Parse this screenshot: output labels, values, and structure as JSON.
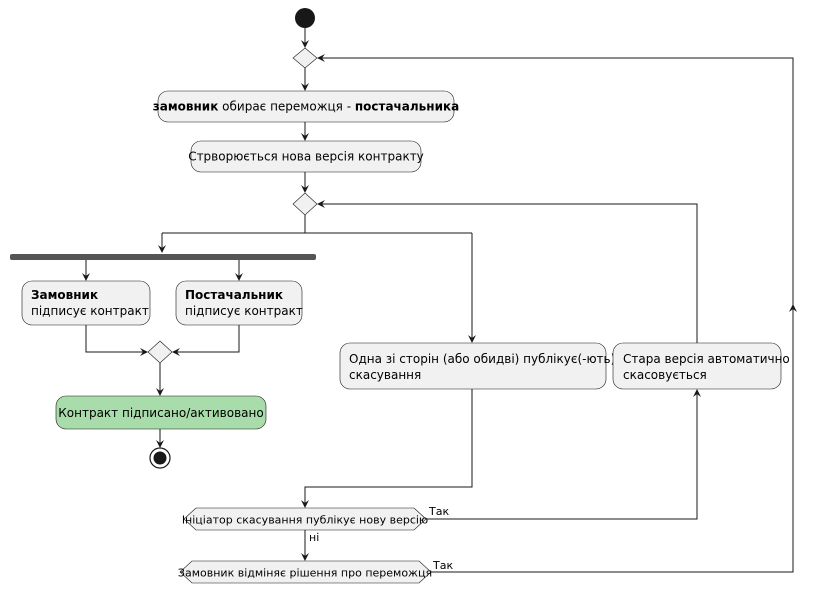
{
  "diagram": {
    "nodes": {
      "choose_winner": {
        "bold_1": "замовник",
        "text_mid": " обирає переможця - ",
        "bold_2": "постачальника"
      },
      "new_version": {
        "text": "Стрворюється нова версія контракту"
      },
      "customer_signs": {
        "bold": "Замовник",
        "text": "підписує контракт"
      },
      "supplier_signs": {
        "bold": "Постачальник",
        "text": "підписує контракт"
      },
      "contract_signed": {
        "text": "Контракт підписано/активовано"
      },
      "cancellation_published": {
        "line1": "Одна зі сторін (або обидві) публікує(-ють)",
        "line2": "скасування"
      },
      "old_version_cancelled": {
        "line1": "Стара версія автоматично",
        "line2": "скасовується"
      },
      "initiator_decision": {
        "text": "Ініціатор скасування публікує нову версію"
      },
      "customer_decision": {
        "text": "Замовник відміняє рішення про переможця"
      }
    },
    "labels": {
      "initiator_yes": "Так",
      "initiator_no": "ні",
      "customer_yes": "Так"
    }
  }
}
